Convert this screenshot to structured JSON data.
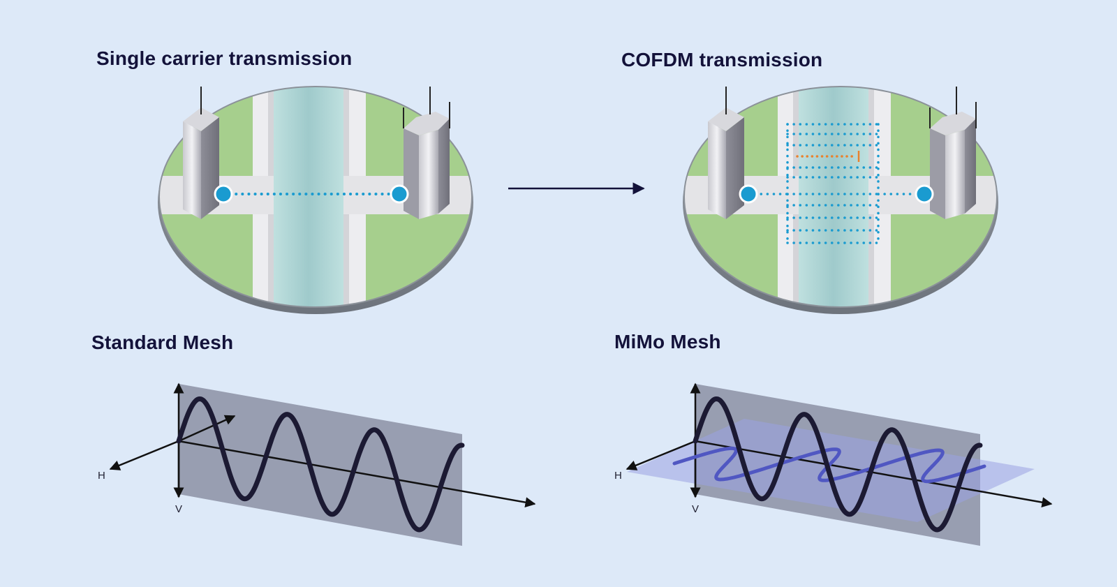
{
  "titles": {
    "single_carrier": "Single carrier transmission",
    "cofdm": "COFDM transmission",
    "standard_mesh": "Standard Mesh",
    "mimo_mesh": "MiMo Mesh"
  },
  "axis_labels": {
    "horizontal": "H",
    "vertical": "V"
  },
  "colors": {
    "background": "#dde9f8",
    "heading_text": "#13123a",
    "ground_green": "#a6cf8d",
    "road": "#e6e6e9",
    "water": "#a9d3d3",
    "signal_dots": "#1a9bd0",
    "node": "#1a9bd0",
    "blocked_path": "#e8822e",
    "vertical_plane": "#7d8196",
    "horizontal_plane": "#9aa3e2",
    "vertical_wave": "#1c1a33",
    "horizontal_wave": "#5057c2",
    "arrow": "#13123a"
  },
  "icons": {
    "transition_arrow": "right-arrow-icon",
    "building": "building-icon",
    "node": "antenna-node-icon"
  }
}
